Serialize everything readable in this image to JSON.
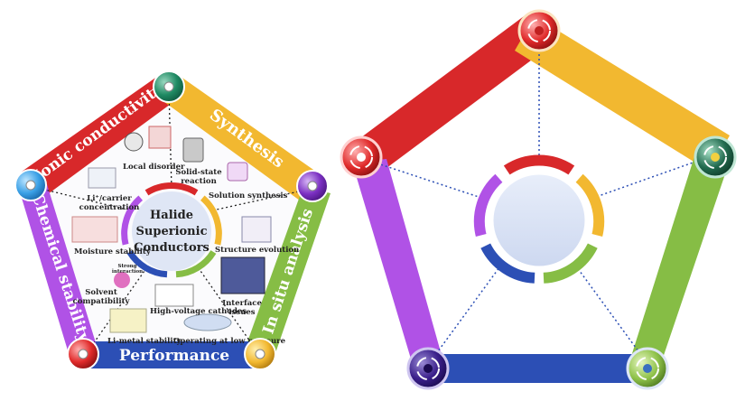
{
  "left_panel": {
    "center_title": [
      "Halide",
      "Superionic",
      "Conductors"
    ],
    "edges": {
      "top_left": "Ionic conductivity",
      "top_right": "Synthesis",
      "right": "In situ analysis",
      "bottom": "Performance",
      "left": "Chemical stability"
    },
    "labels": {
      "local_disorder": "Local disorder",
      "li_carrier": [
        "Li⁺/carrier",
        "concentration"
      ],
      "solid_state": [
        "Solid-state",
        "reaction"
      ],
      "solution_synthesis": "Solution synthesis",
      "moisture_stability": "Moisture stability",
      "strong_interaction": [
        "Strong",
        "interaction"
      ],
      "solvent_compatibility": [
        "Solvent",
        "compatibility"
      ],
      "structure_evolution": "Structure evolution",
      "interface_issues": [
        "Interface",
        "issues"
      ],
      "high_voltage": "High-voltage cathodes",
      "li_metal": "Li-metal stability",
      "low_pressure": "Operating at low pressure"
    }
  },
  "colors": {
    "red": "#d8282a",
    "yellow": "#f2b830",
    "green": "#86bd45",
    "blue": "#2c4fb5",
    "purple": "#b052e6",
    "dot_line": "#2c4fb5",
    "center_fill": "#dfe6f5"
  }
}
